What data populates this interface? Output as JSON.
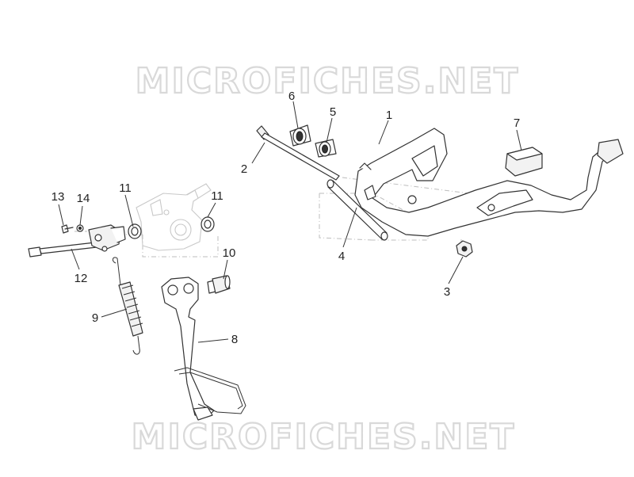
{
  "watermark": {
    "top_text": "MICROFICHES.NET",
    "bottom_text": "MICROFICHES.NET"
  },
  "callouts": [
    {
      "number": "1"
    },
    {
      "number": "2"
    },
    {
      "number": "3"
    },
    {
      "number": "4"
    },
    {
      "number": "5"
    },
    {
      "number": "6"
    },
    {
      "number": "7"
    },
    {
      "number": "8"
    },
    {
      "number": "9"
    },
    {
      "number": "10"
    },
    {
      "number": "11"
    },
    {
      "number": "11"
    },
    {
      "number": "12"
    },
    {
      "number": "13"
    },
    {
      "number": "14"
    }
  ],
  "colors": {
    "line": "#333333",
    "watermark": "#d9d9d9",
    "ghost": "#c8c8c8"
  }
}
